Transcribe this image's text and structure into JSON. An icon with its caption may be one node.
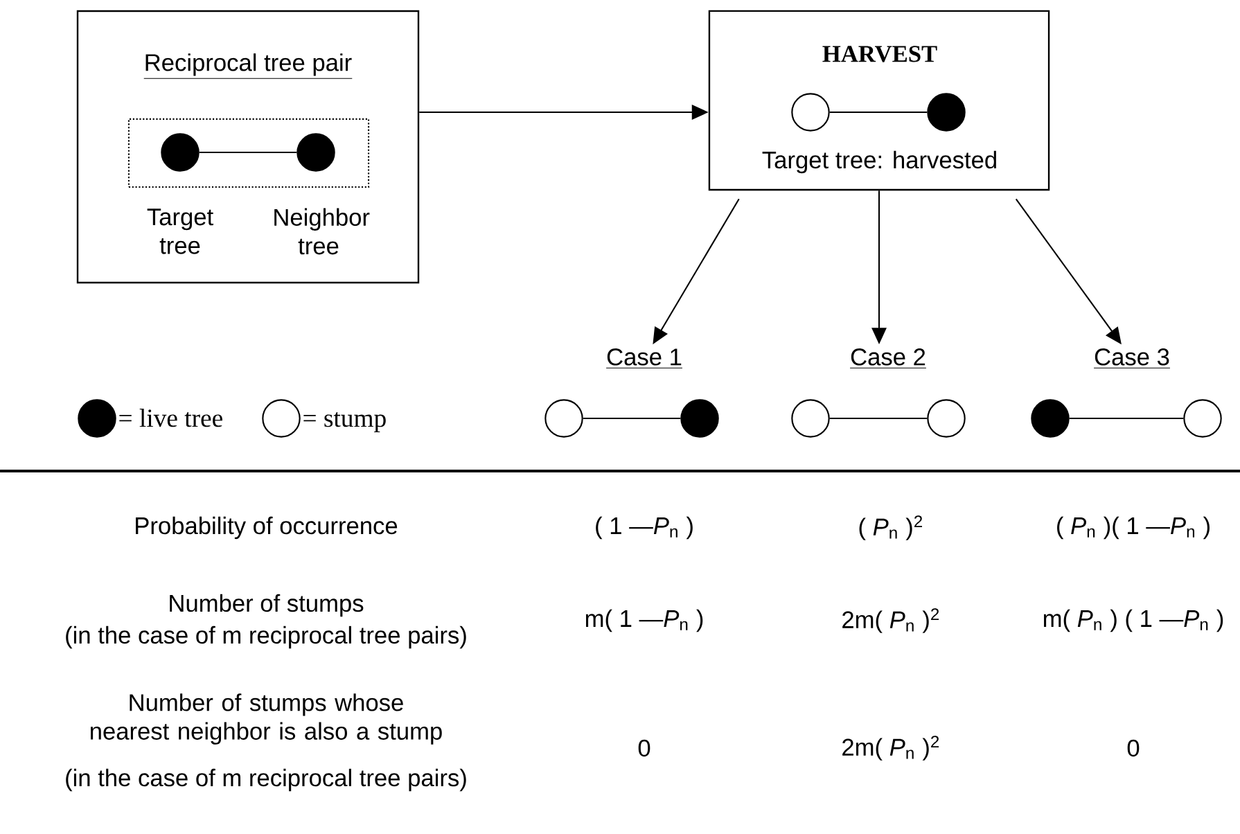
{
  "diagram": {
    "nodes": [
      {
        "text": [
          "Reciprocal tree pair"
        ]
      },
      {
        "text": [],
        "shape": "box",
        "in": 0
      },
      {
        "text": [],
        "shape": "dot",
        "in": 1,
        "beside": [
          "Target tree"
        ]
      },
      {
        "text": [],
        "shape": "dot",
        "in": 1,
        "beside": [
          "Neighbor tree"
        ]
      },
      {
        "text": [
          "HARVEST",
          "Target tree: harvested"
        ]
      },
      {
        "text": [],
        "shape": "circle",
        "in": 4
      },
      {
        "text": [],
        "shape": "dot",
        "in": 4
      },
      {
        "text": [
          "Case 1"
        ]
      },
      {
        "text": [
          "Case 2"
        ]
      },
      {
        "text": [
          "Case 3"
        ]
      },
      {
        "text": [],
        "shape": "circle"
      },
      {
        "text": [],
        "shape": "dot"
      },
      {
        "text": [],
        "shape": "circle"
      },
      {
        "text": [],
        "shape": "circle"
      },
      {
        "text": [],
        "shape": "dot"
      },
      {
        "text": [],
        "shape": "circle"
      }
    ],
    "edges": [
      {
        "from": 2,
        "to": 3,
        "arrow": "none"
      },
      {
        "from": 0,
        "to": 4,
        "arrow": "to"
      },
      {
        "from": 5,
        "to": 6,
        "arrow": "none"
      },
      {
        "from": 4,
        "to": 7,
        "arrow": "to"
      },
      {
        "from": 4,
        "to": 8,
        "arrow": "to"
      },
      {
        "from": 4,
        "to": 9,
        "arrow": "to"
      },
      {
        "from": 10,
        "to": 11,
        "arrow": "none"
      },
      {
        "from": 12,
        "to": 13,
        "arrow": "none"
      },
      {
        "from": 14,
        "to": 15,
        "arrow": "none"
      }
    ],
    "labels": [
      "Probability of occurrence",
      "( 1 —*P*$_{n}$ )",
      "( *P*$_{n}$ )$^{2}$",
      "( *P*$_{n}$ )( 1 —*P*$_{n}$ )",
      "Number of stumps",
      "(in the case of m reciprocal tree pairs)",
      "m( 1 —*P*$_{n}$ )",
      "2m( *P*$_{n}$ )$^{2}$",
      "m( *P*$_{n}$ ) ( 1 —*P*$_{n}$ )",
      "Number of stumps whose nearest neighbor is also a stump",
      "(in the case of m reciprocal tree pairs)",
      "0",
      "2m( *P*$_{n}$ )$^{2}$",
      "0"
    ],
    "legend": [
      {
        "text": "= live tree"
      },
      {
        "text": "= stump"
      }
    ]
  }
}
